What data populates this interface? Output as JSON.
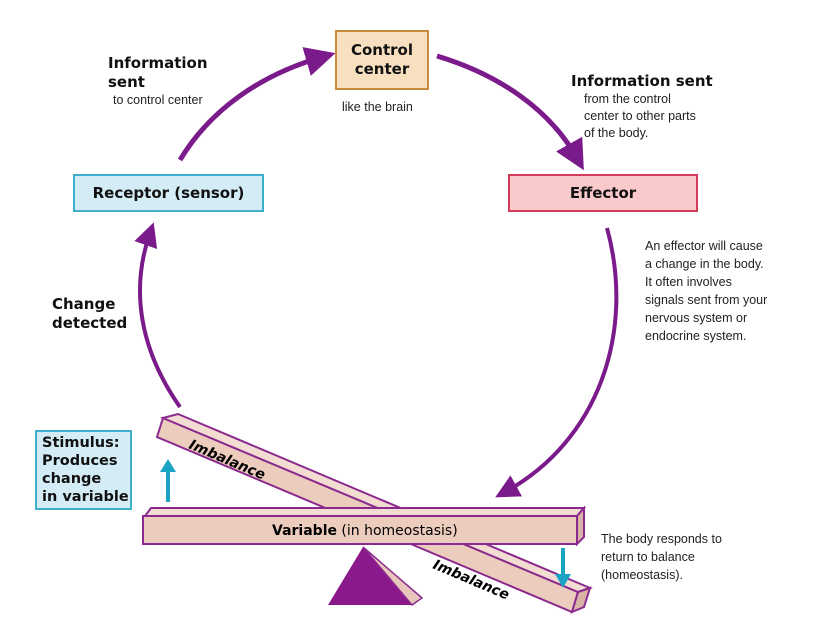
{
  "title": "Homeostasis feedback loop",
  "colors": {
    "arrow": "#7b1a8a",
    "stimulus_arrow": "#1ba3c4",
    "beam_fill": "#ecccbd",
    "beam_stroke": "#8a2a8e",
    "fulcrum": "#8a1a8c"
  },
  "nodes": {
    "control_center": {
      "label_line1": "Control",
      "label_line2": "center",
      "note": "like the brain"
    },
    "receptor": {
      "label": "Receptor (sensor)"
    },
    "effector": {
      "label": "Effector"
    },
    "stimulus": {
      "line1": "Stimulus:",
      "line2": "Produces",
      "line3": "change",
      "line4": "in variable"
    }
  },
  "labels": {
    "info_sent_left": {
      "line1": "Information",
      "line2": "sent",
      "note": "to control center"
    },
    "info_sent_right": {
      "title": "Information sent",
      "line1": "from the control",
      "line2": "center to other parts",
      "line3": "of the body."
    },
    "effector_note": {
      "line1": "An effector will cause",
      "line2": "a change in the body.",
      "line3": "It often involves",
      "line4": "signals sent from your",
      "line5": "nervous system or",
      "line6": "endocrine system."
    },
    "change_detected": {
      "line1": "Change",
      "line2": "detected"
    },
    "response_note": {
      "line1": "The body responds to",
      "line2": "return to balance",
      "line3": "(homeostasis)."
    }
  },
  "seesaw": {
    "variable_bold": "Variable",
    "variable_rest": " (in homeostasis)",
    "imbalance_top": "Imbalance",
    "imbalance_bottom": "Imbalance"
  }
}
